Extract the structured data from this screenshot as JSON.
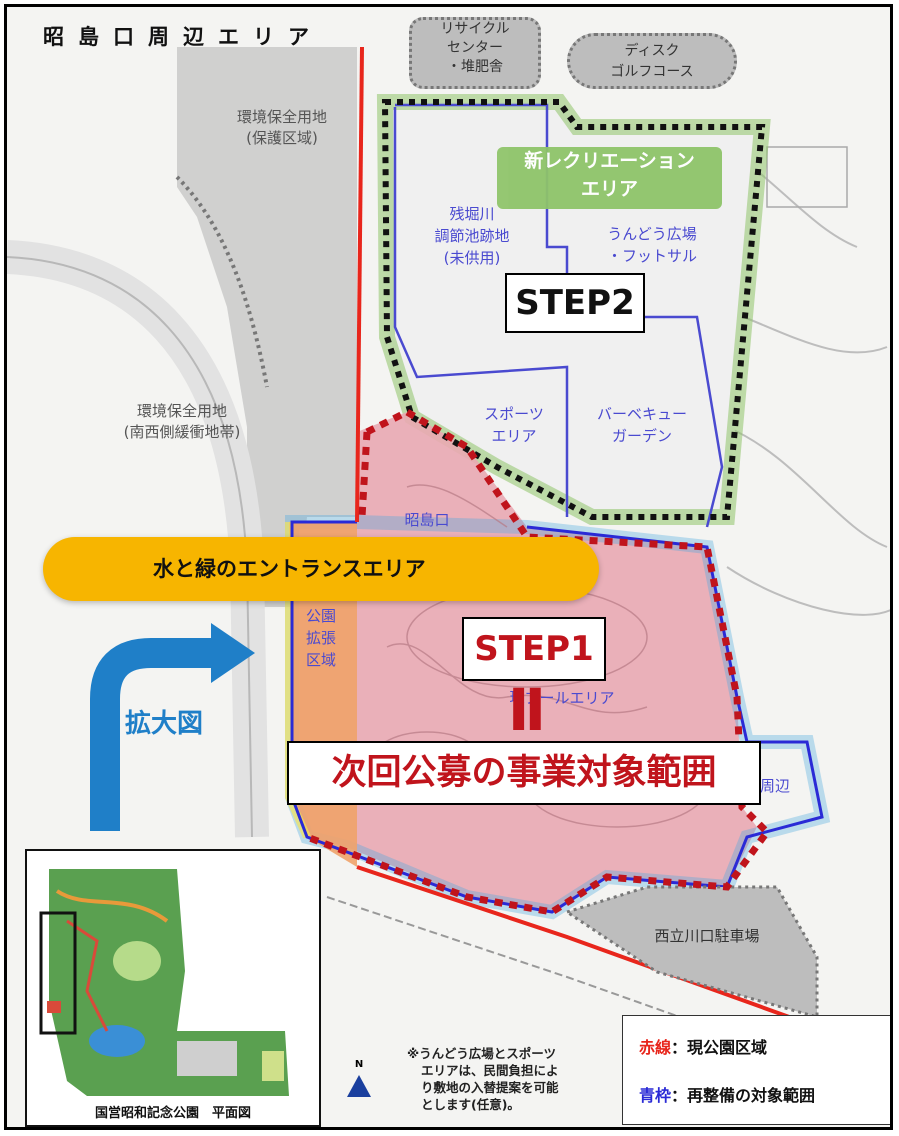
{
  "title": "昭島口周辺エリア",
  "labels": {
    "conservation_protect": [
      "環境保全用地",
      "(保護区域)"
    ],
    "conservation_buffer": [
      "環境保全用地",
      "(南西側緩衝地帯)"
    ],
    "recycle_center": [
      "リサイクル",
      "センター",
      "・堆肥舎"
    ],
    "disc_golf": [
      "ディスク",
      "ゴルフコース"
    ],
    "new_recreation": [
      "新レクリエーション",
      "エリア"
    ],
    "zanbori": [
      "残堀川",
      "調節池跡地",
      "(未供用)"
    ],
    "undou": [
      "うんどう広場",
      "・フットサル"
    ],
    "sports": [
      "スポーツ",
      "エリア"
    ],
    "bbq": [
      "バーベキュー",
      "ガーデン"
    ],
    "akishima_gate": "昭島口",
    "park_expansion": [
      "公園",
      "拡張",
      "区域"
    ],
    "pool_area": "現プールエリア",
    "nishitachikawa_around": "周辺",
    "parking": "西立川口駐車場"
  },
  "step2": "STEP2",
  "step1": "STEP1",
  "equals_sign": "Ⅱ",
  "next_scope": "次回公募の事業対象範囲",
  "entrance_area": "水と緑のエントランスエリア",
  "zoom_label": "拡大図",
  "inset_caption": "国営昭和記念公園　平面図",
  "north_letter": "N",
  "note_lines": [
    "※うんどう広場とスポーツ",
    "エリアは、民間負担によ",
    "り敷地の入替提案を可能",
    "とします(任意)。"
  ],
  "legend": {
    "red_key": "赤線",
    "red_text": "：現公園区域",
    "blue_key": "青枠",
    "blue_text": "：再整備の対象範囲"
  },
  "colors": {
    "red_line": "#e8261c",
    "blue_frame": "#2a2ad6",
    "step_red": "#c0141c",
    "entrance_yellow": "#f7b500",
    "arrow_blue": "#1f7fc8",
    "green_area": "#8fc46a"
  }
}
